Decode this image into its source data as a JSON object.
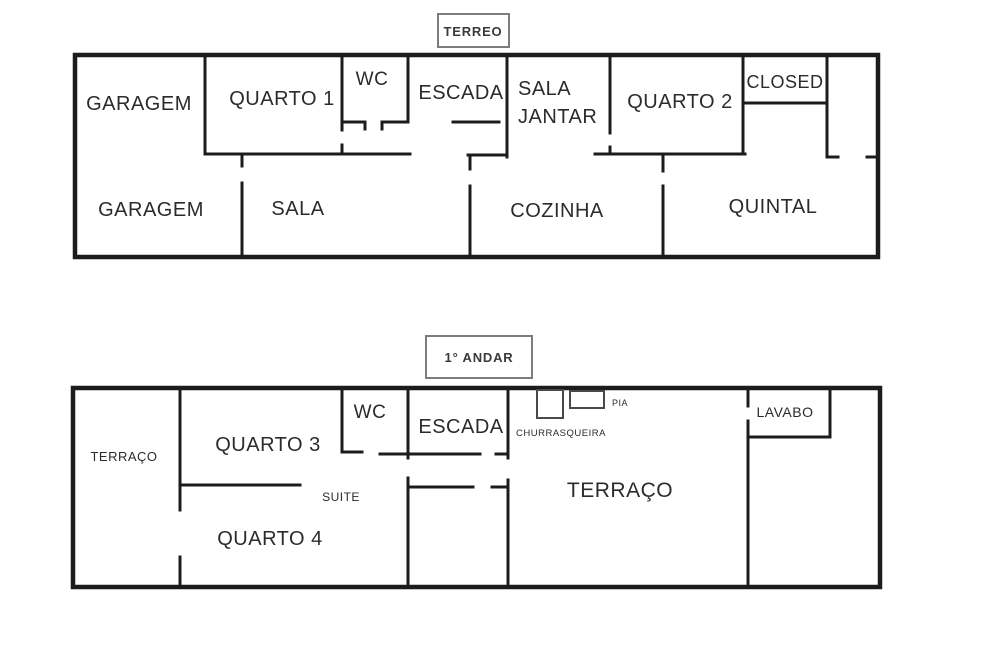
{
  "colors": {
    "wall": "#1c1c1c",
    "text": "#2b2b2b",
    "title_box_border": "#7d7d7d",
    "background": "#ffffff"
  },
  "terreo": {
    "title": "TERREO",
    "rooms": {
      "garagem_top": "GARAGEM",
      "quarto1": "QUARTO 1",
      "wc": "WC",
      "escada": "ESCADA",
      "sala_jantar_1": "SALA",
      "sala_jantar_2": "JANTAR",
      "quarto2": "QUARTO 2",
      "closed": "CLOSED",
      "garagem_bottom": "GARAGEM",
      "sala": "SALA",
      "cozinha": "COZINHA",
      "quintal": "QUINTAL"
    }
  },
  "andar": {
    "title": "1° ANDAR",
    "rooms": {
      "terraco_left": "TERRAÇO",
      "quarto3": "QUARTO 3",
      "wc": "WC",
      "escada": "ESCADA",
      "churrasqueira": "CHURRASQUEIRA",
      "pia": "PIA",
      "lavabo": "LAVABO",
      "suite": "SUITE",
      "quarto4": "QUARTO 4",
      "terraco_main": "TERRAÇO"
    }
  }
}
